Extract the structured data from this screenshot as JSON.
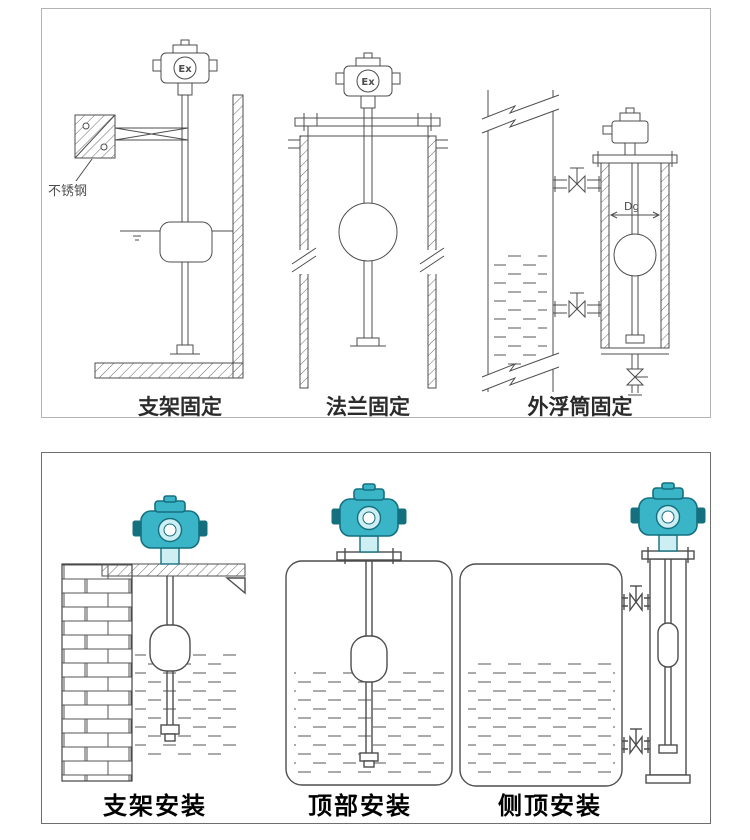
{
  "colors": {
    "line": "#4d4d4d",
    "transmitter_teal": "#3ab5c8",
    "transmitter_teal_dark": "#14707f",
    "panel1_border": "#b3b3b3",
    "panel2_border": "#6e6e6e"
  },
  "panel_top": {
    "diagrams": [
      {
        "caption": "支架固定",
        "material_label": "不锈钢",
        "device_label": "Ex"
      },
      {
        "caption": "法兰固定",
        "device_label": "Ex"
      },
      {
        "caption": "外浮筒固定",
        "diameter_label": "Dg"
      }
    ]
  },
  "panel_bottom": {
    "diagrams": [
      {
        "caption": "支架安装"
      },
      {
        "caption": "顶部安装"
      },
      {
        "caption": "侧顶安装"
      }
    ]
  }
}
